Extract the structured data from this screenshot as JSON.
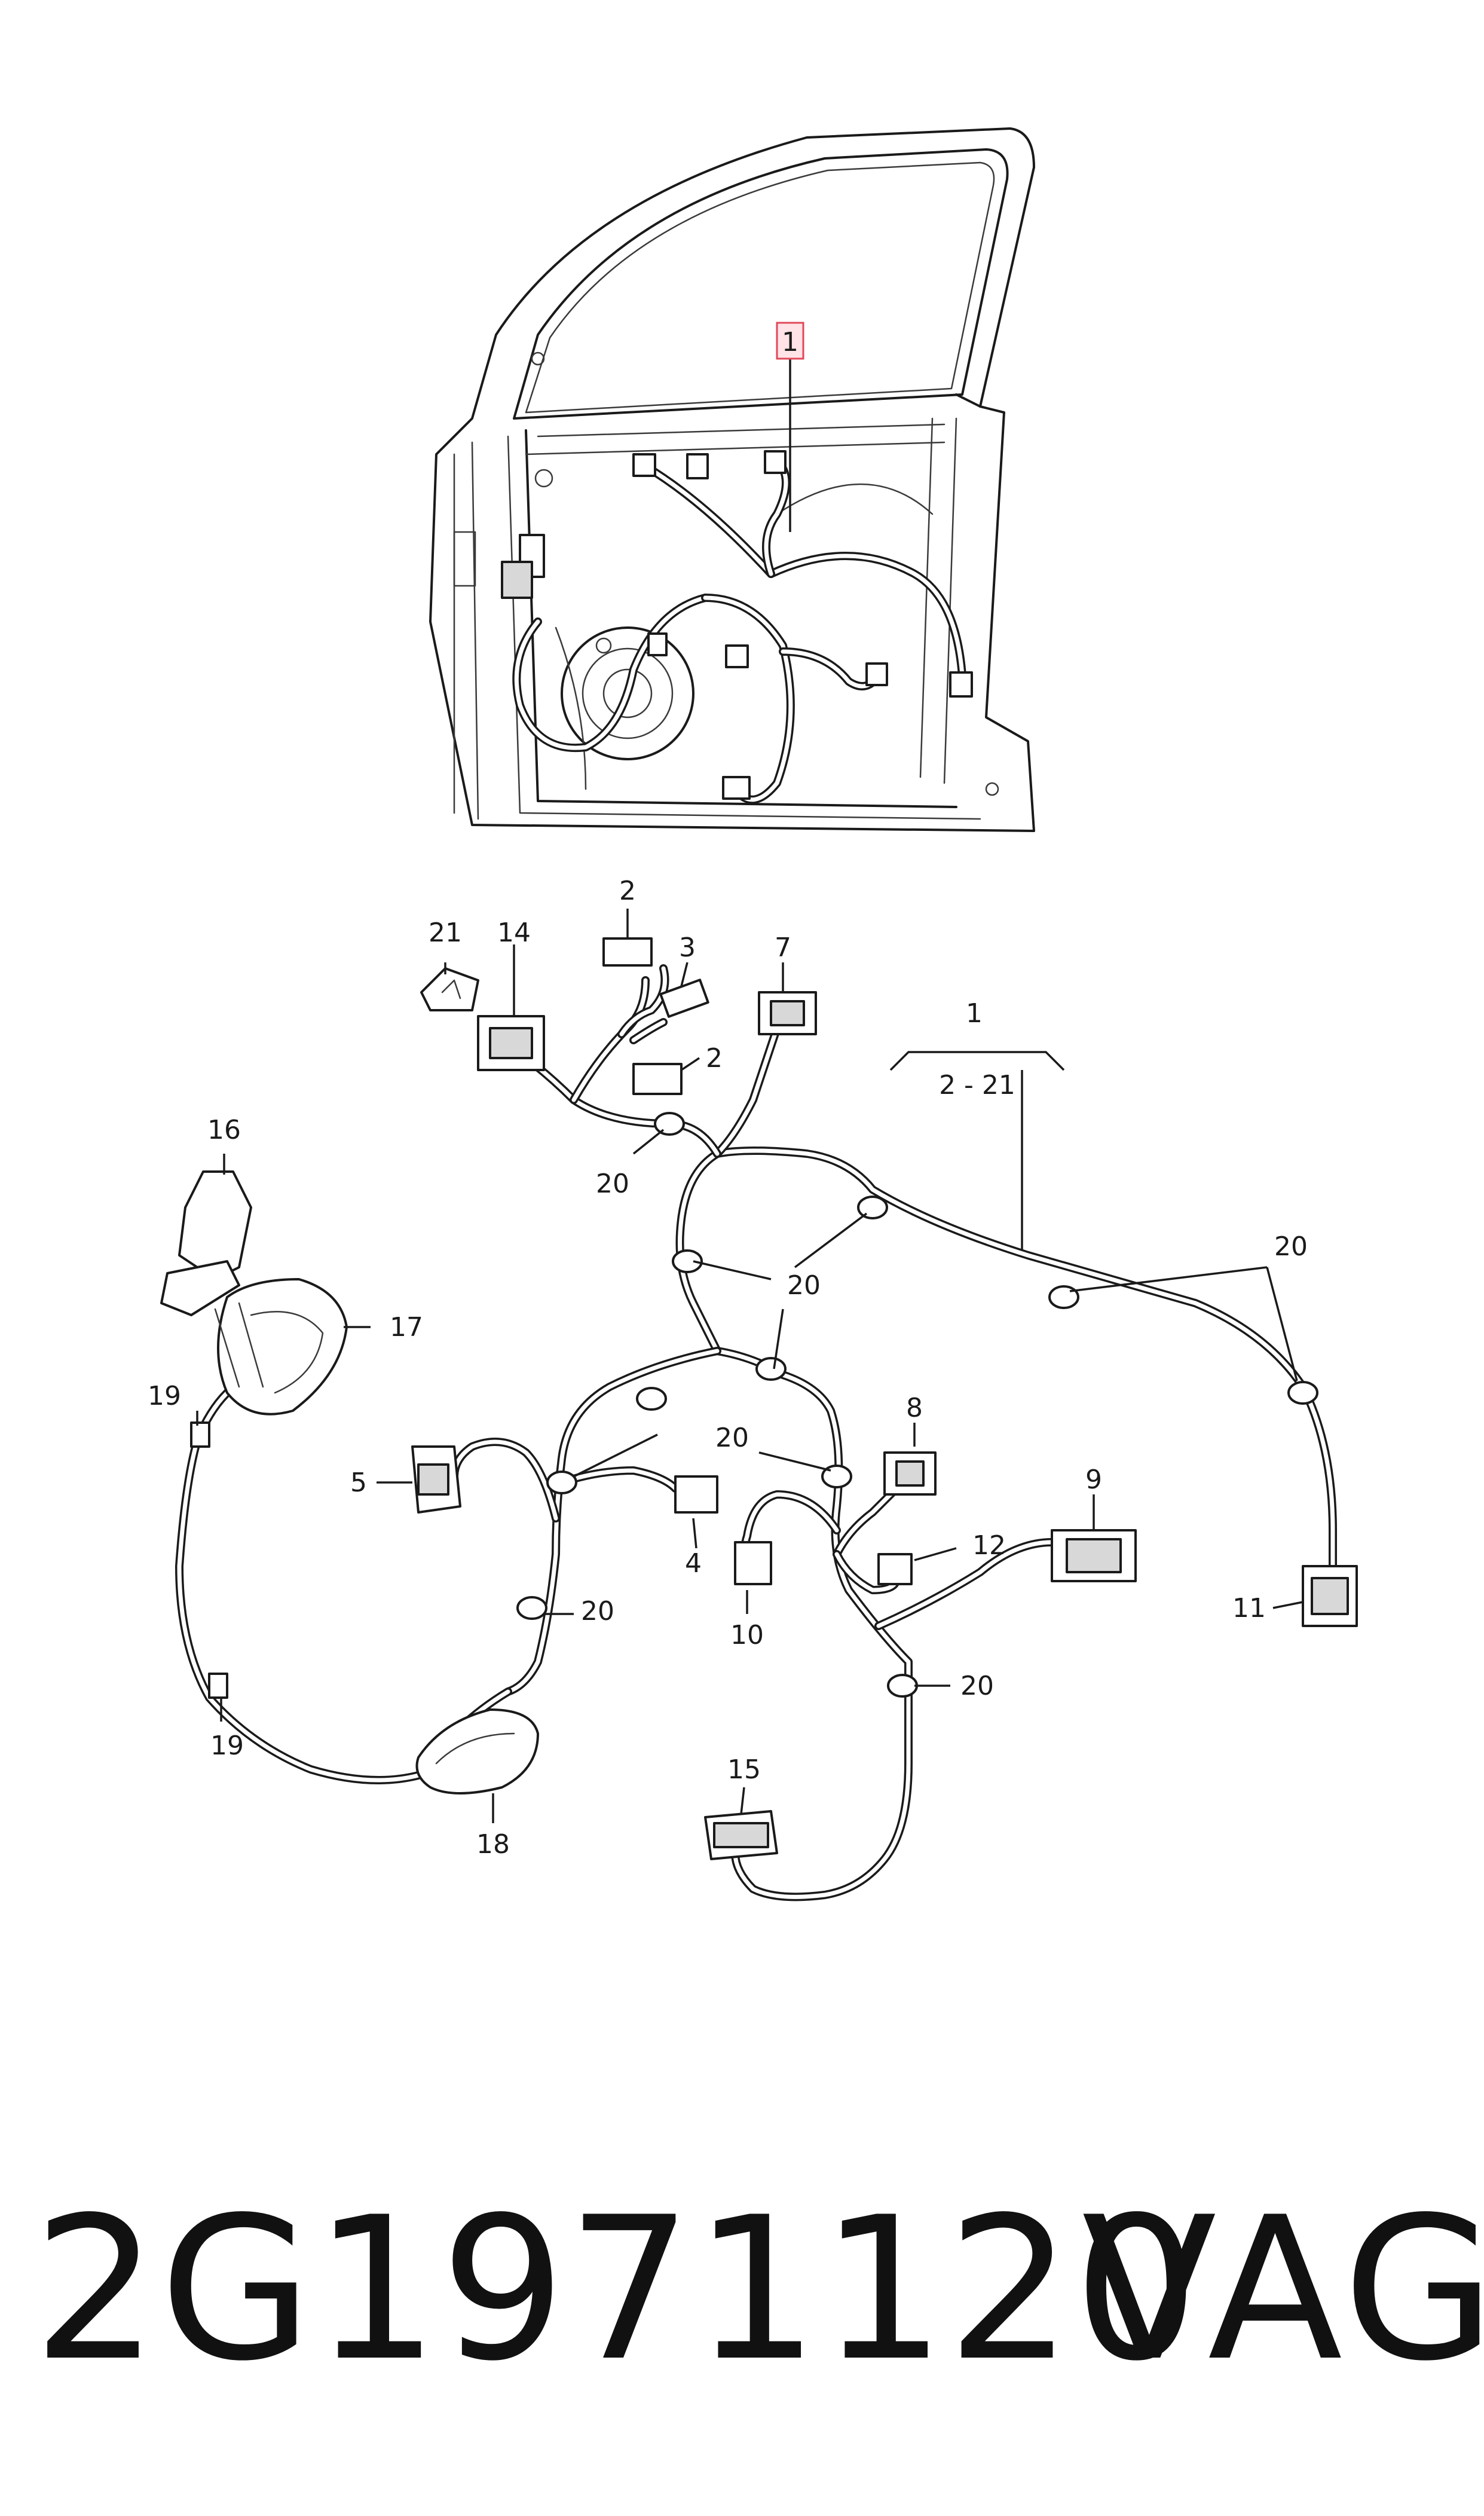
{
  "diagram": {
    "highlight_label": "1",
    "callouts": {
      "c1": "1",
      "c1_range": "2 - 21",
      "c2a": "2",
      "c2b": "2",
      "c3": "3",
      "c4": "4",
      "c5": "5",
      "c7": "7",
      "c8": "8",
      "c9": "9",
      "c10": "10",
      "c11": "11",
      "c12": "12",
      "c14": "14",
      "c15": "15",
      "c16": "16",
      "c17": "17",
      "c18": "18",
      "c19a": "19",
      "c19b": "19",
      "c20a": "20",
      "c20b": "20",
      "c20c": "20",
      "c20d": "20",
      "c20e": "20",
      "c20f": "20",
      "c21": "21"
    }
  },
  "footer": {
    "part_number": "2G1971120",
    "brand": "VAG"
  }
}
